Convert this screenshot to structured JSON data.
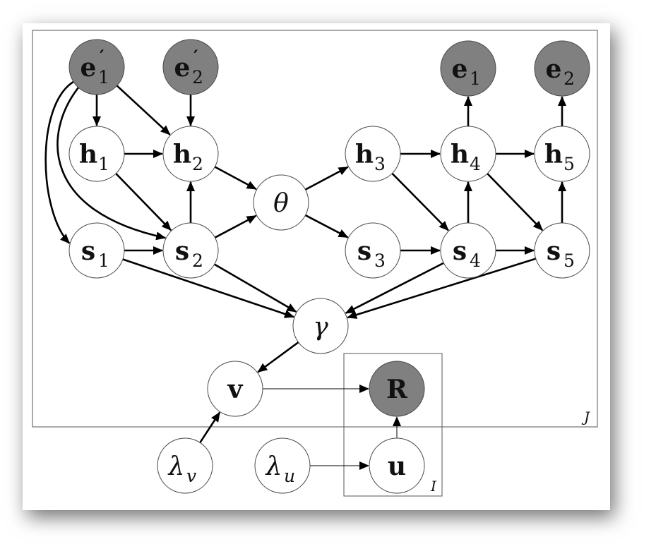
{
  "diagram": {
    "nodes": [
      {
        "id": "e1p",
        "symbol": "e",
        "prime": "′",
        "subscript": "1",
        "observed": true,
        "bold": true,
        "italic": false
      },
      {
        "id": "e2p",
        "symbol": "e",
        "prime": "′",
        "subscript": "2",
        "observed": true,
        "bold": true,
        "italic": false
      },
      {
        "id": "h1",
        "symbol": "h",
        "subscript": "1",
        "observed": false,
        "bold": true,
        "italic": false
      },
      {
        "id": "h2",
        "symbol": "h",
        "subscript": "2",
        "observed": false,
        "bold": true,
        "italic": false
      },
      {
        "id": "s1",
        "symbol": "s",
        "subscript": "1",
        "observed": false,
        "bold": true,
        "italic": false
      },
      {
        "id": "s2",
        "symbol": "s",
        "subscript": "2",
        "observed": false,
        "bold": true,
        "italic": false
      },
      {
        "id": "theta",
        "symbol": "θ",
        "subscript": "",
        "observed": false,
        "bold": false,
        "italic": true
      },
      {
        "id": "h3",
        "symbol": "h",
        "subscript": "3",
        "observed": false,
        "bold": true,
        "italic": false
      },
      {
        "id": "h4",
        "symbol": "h",
        "subscript": "4",
        "observed": false,
        "bold": true,
        "italic": false
      },
      {
        "id": "h5",
        "symbol": "h",
        "subscript": "5",
        "observed": false,
        "bold": true,
        "italic": false
      },
      {
        "id": "s3",
        "symbol": "s",
        "subscript": "3",
        "observed": false,
        "bold": true,
        "italic": false
      },
      {
        "id": "s4",
        "symbol": "s",
        "subscript": "4",
        "observed": false,
        "bold": true,
        "italic": false
      },
      {
        "id": "s5",
        "symbol": "s",
        "subscript": "5",
        "observed": false,
        "bold": true,
        "italic": false
      },
      {
        "id": "e1",
        "symbol": "e",
        "subscript": "1",
        "observed": true,
        "bold": true,
        "italic": false
      },
      {
        "id": "e2",
        "symbol": "e",
        "subscript": "2",
        "observed": true,
        "bold": true,
        "italic": false
      },
      {
        "id": "gamma",
        "symbol": "γ",
        "subscript": "",
        "observed": false,
        "bold": false,
        "italic": true
      },
      {
        "id": "v",
        "symbol": "v",
        "subscript": "",
        "observed": false,
        "bold": true,
        "italic": false
      },
      {
        "id": "R",
        "symbol": "R",
        "subscript": "",
        "observed": true,
        "bold": true,
        "italic": false
      },
      {
        "id": "u",
        "symbol": "u",
        "subscript": "",
        "observed": false,
        "bold": true,
        "italic": false
      },
      {
        "id": "lambda_v",
        "symbol": "λ",
        "subscript": "v",
        "observed": false,
        "bold": false,
        "italic": true
      },
      {
        "id": "lambda_u",
        "symbol": "λ",
        "subscript": "u",
        "observed": false,
        "bold": false,
        "italic": true
      }
    ],
    "edges": [
      {
        "from": "e1p",
        "to": "h1",
        "shape": "straight",
        "weight": "bold"
      },
      {
        "from": "e1p",
        "to": "h2",
        "shape": "straight",
        "weight": "bold"
      },
      {
        "from": "e2p",
        "to": "h2",
        "shape": "straight",
        "weight": "bold"
      },
      {
        "from": "e1p",
        "to": "s1",
        "shape": "curve-outer",
        "weight": "bold"
      },
      {
        "from": "e1p",
        "to": "s2",
        "shape": "curve-inner",
        "weight": "bold"
      },
      {
        "from": "h1",
        "to": "h2",
        "shape": "straight",
        "weight": "bold"
      },
      {
        "from": "h1",
        "to": "s2",
        "shape": "straight",
        "weight": "bold"
      },
      {
        "from": "s1",
        "to": "s2",
        "shape": "straight",
        "weight": "bold"
      },
      {
        "from": "s2",
        "to": "h2",
        "shape": "straight",
        "weight": "bold"
      },
      {
        "from": "h2",
        "to": "theta",
        "shape": "straight",
        "weight": "bold"
      },
      {
        "from": "s2",
        "to": "theta",
        "shape": "straight",
        "weight": "bold"
      },
      {
        "from": "theta",
        "to": "h3",
        "shape": "straight",
        "weight": "bold"
      },
      {
        "from": "theta",
        "to": "s3",
        "shape": "straight",
        "weight": "bold"
      },
      {
        "from": "h3",
        "to": "h4",
        "shape": "straight",
        "weight": "bold"
      },
      {
        "from": "h3",
        "to": "s4",
        "shape": "straight",
        "weight": "bold"
      },
      {
        "from": "s3",
        "to": "s4",
        "shape": "straight",
        "weight": "bold"
      },
      {
        "from": "s4",
        "to": "h4",
        "shape": "straight",
        "weight": "bold"
      },
      {
        "from": "h4",
        "to": "h5",
        "shape": "straight",
        "weight": "bold"
      },
      {
        "from": "h4",
        "to": "s5",
        "shape": "straight",
        "weight": "bold"
      },
      {
        "from": "s4",
        "to": "s5",
        "shape": "straight",
        "weight": "bold"
      },
      {
        "from": "s5",
        "to": "h5",
        "shape": "straight",
        "weight": "bold"
      },
      {
        "from": "h4",
        "to": "e1",
        "shape": "straight",
        "weight": "bold"
      },
      {
        "from": "h5",
        "to": "e2",
        "shape": "straight",
        "weight": "bold"
      },
      {
        "from": "s1",
        "to": "gamma",
        "shape": "straight",
        "weight": "bold"
      },
      {
        "from": "s2",
        "to": "gamma",
        "shape": "straight",
        "weight": "bold"
      },
      {
        "from": "s4",
        "to": "gamma",
        "shape": "straight",
        "weight": "bold"
      },
      {
        "from": "s5",
        "to": "gamma",
        "shape": "straight",
        "weight": "bold"
      },
      {
        "from": "gamma",
        "to": "v",
        "shape": "straight",
        "weight": "bold"
      },
      {
        "from": "v",
        "to": "R",
        "shape": "straight",
        "weight": "thin"
      },
      {
        "from": "u",
        "to": "R",
        "shape": "straight",
        "weight": "thin"
      },
      {
        "from": "lambda_v",
        "to": "v",
        "shape": "straight",
        "weight": "bold"
      },
      {
        "from": "lambda_u",
        "to": "u",
        "shape": "straight",
        "weight": "thin"
      }
    ],
    "plates": [
      {
        "id": "plate-J",
        "label": "J"
      },
      {
        "id": "plate-I",
        "label": "I"
      }
    ],
    "colors": {
      "observed_fill": "#808080",
      "latent_fill": "#ffffff",
      "edge": "#000000",
      "plate_border": "#555555"
    }
  }
}
